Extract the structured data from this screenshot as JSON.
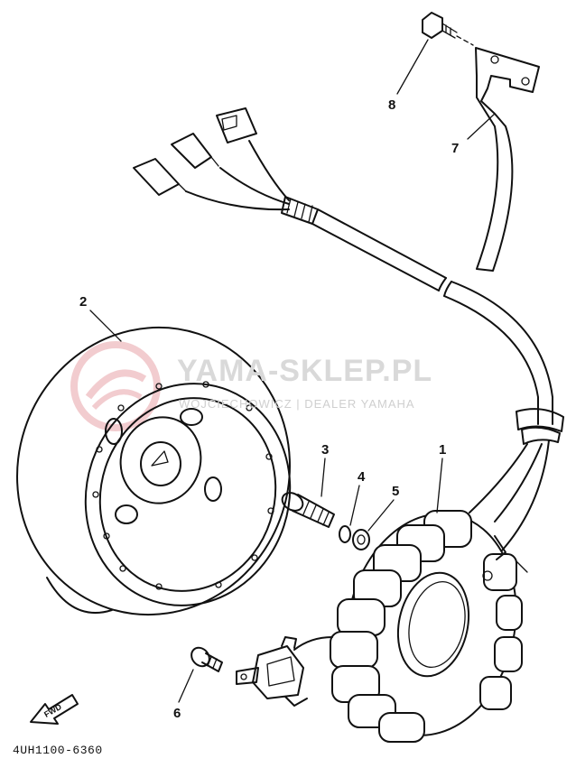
{
  "diagram": {
    "callouts": [
      {
        "id": "1",
        "part": "stator"
      },
      {
        "id": "2",
        "part": "rotor"
      },
      {
        "id": "3",
        "part": "bolt"
      },
      {
        "id": "4",
        "part": "spring-washer"
      },
      {
        "id": "5",
        "part": "washer"
      },
      {
        "id": "6",
        "part": "screw"
      },
      {
        "id": "7",
        "part": "bracket"
      },
      {
        "id": "8",
        "part": "bolt"
      }
    ],
    "fwd_label": "FWD",
    "drawing_code": "4UH1100-6360"
  },
  "watermark": {
    "title": "YAMA-SKLEP.PL",
    "subtitle": "WOJCIECHOWICZ | DEALER YAMAHA",
    "color": "#e8a4a8"
  }
}
